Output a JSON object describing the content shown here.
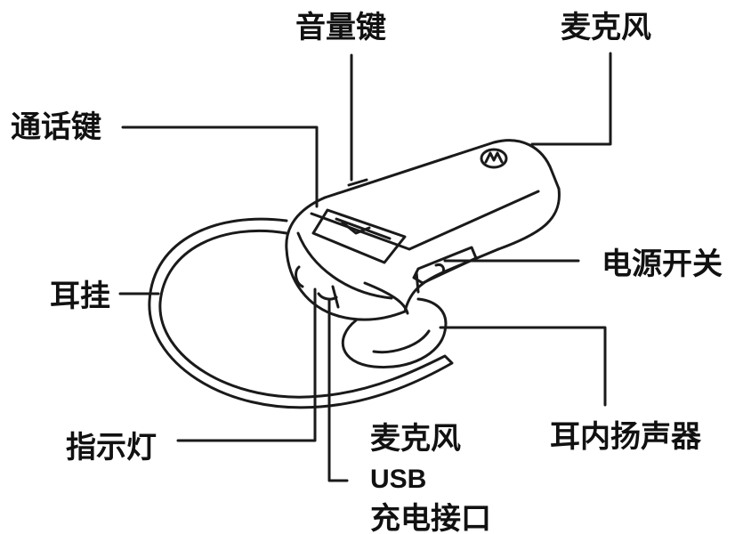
{
  "labels": {
    "volume_key": "音量键",
    "microphone_top": "麦克风",
    "call_key": "通话键",
    "power_switch": "电源开关",
    "ear_hook": "耳挂",
    "indicator_light": "指示灯",
    "microphone_bottom": "麦克风",
    "usb": "USB",
    "charging_port": "充电接口",
    "in_ear_speaker": "耳内扬声器"
  },
  "colors": {
    "line": "#1a1a1a",
    "text": "#111111",
    "background": "#ffffff"
  }
}
